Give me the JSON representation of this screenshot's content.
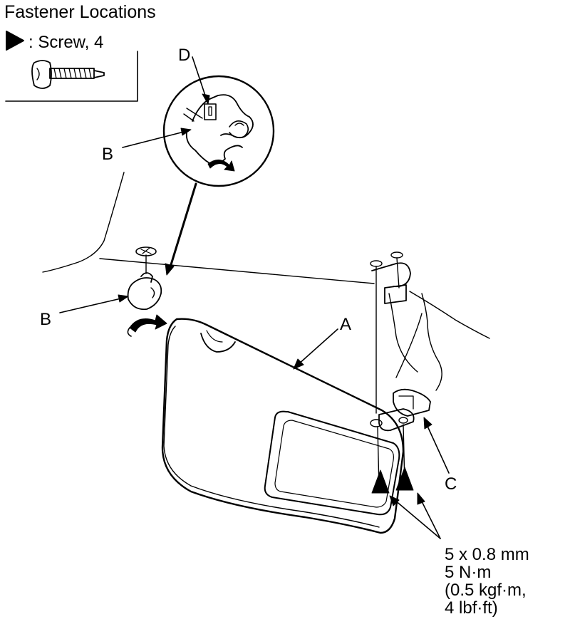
{
  "title": "Fastener Locations",
  "legend": {
    "symbol": "triangle-marker",
    "text": ": Screw, 4"
  },
  "callouts": {
    "a": "A",
    "b": "B",
    "c": "C",
    "d": "D"
  },
  "torque_spec": {
    "size": "5 x 0.8 mm",
    "torque_nm": "5 N·m",
    "torque_kgfm": "(0.5 kgf·m,",
    "torque_lbfft": "4 lbf·ft)"
  },
  "colors": {
    "ink": "#000000",
    "paper": "#ffffff"
  }
}
